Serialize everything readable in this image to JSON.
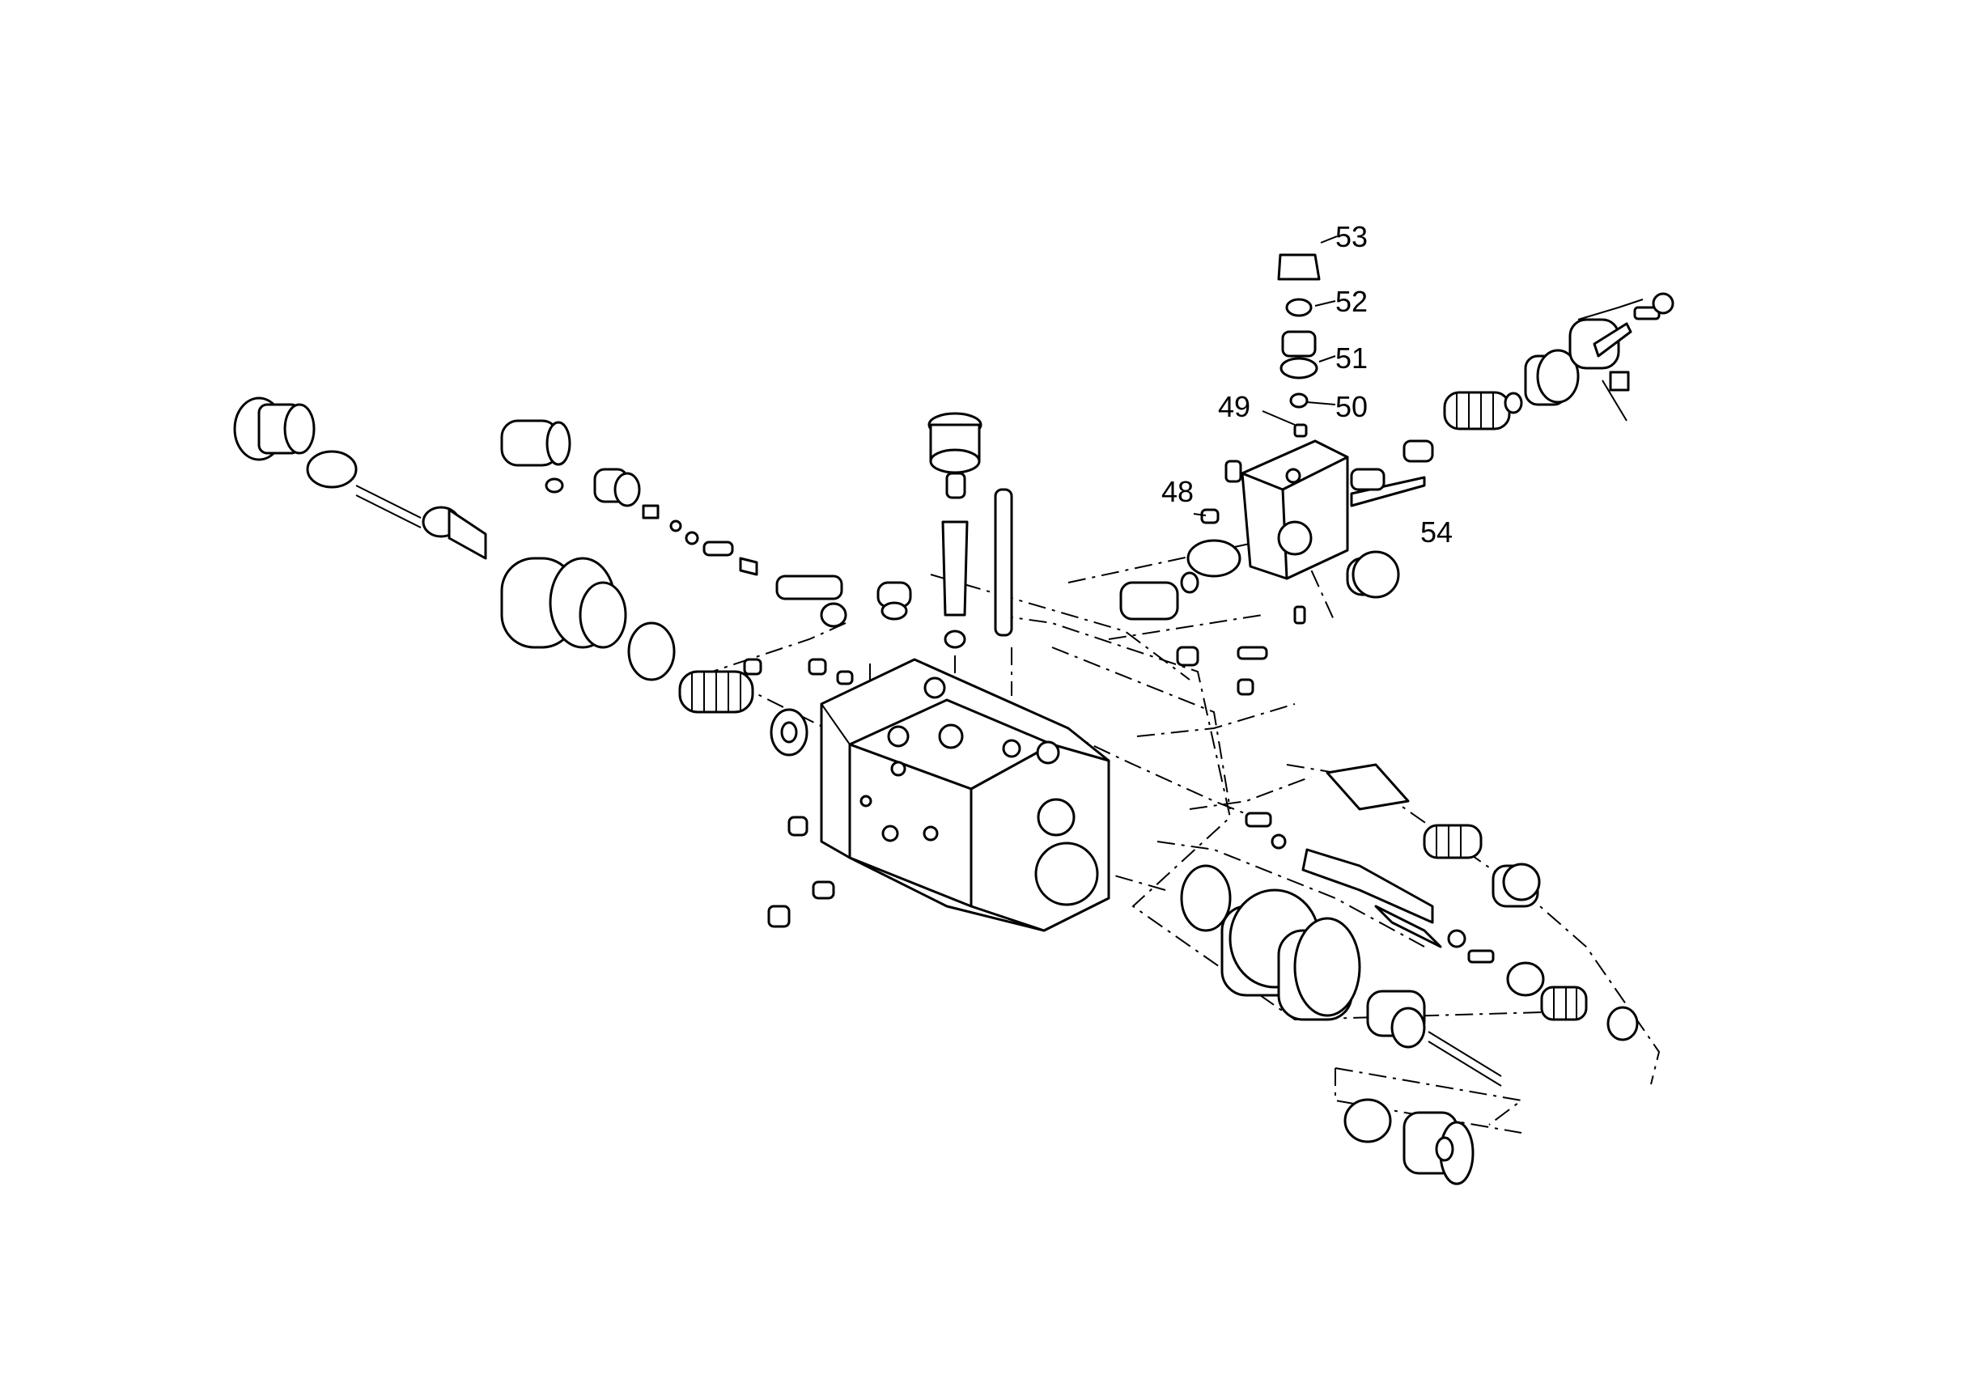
{
  "callouts": {
    "c48": "48",
    "c49": "49",
    "c50": "50",
    "c51": "51",
    "c52": "52",
    "c53": "53",
    "c54": "54"
  }
}
